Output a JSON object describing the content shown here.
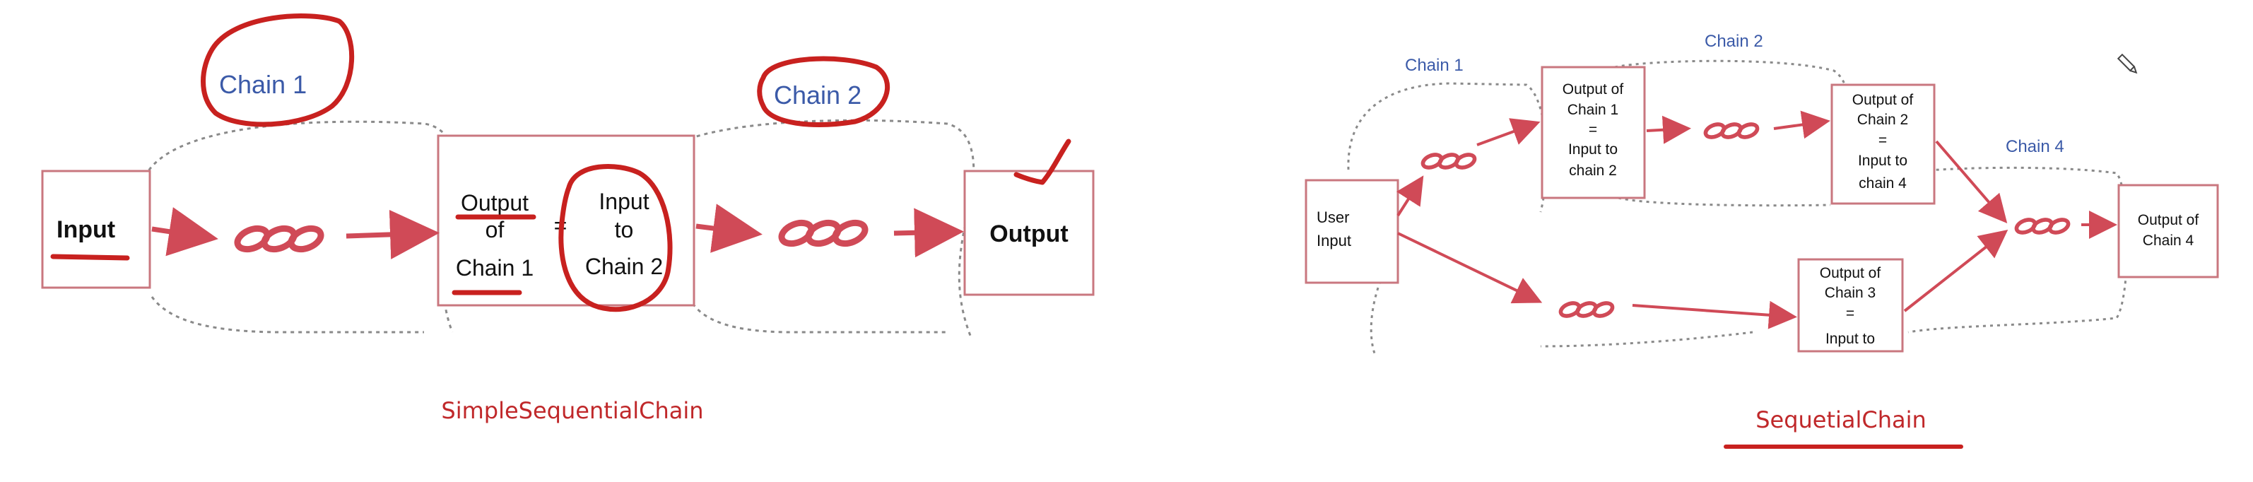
{
  "left": {
    "chain1_label": "Chain 1",
    "chain2_label": "Chain 2",
    "input_label": "Input",
    "mid_left": [
      "Output",
      "of",
      "Chain 1"
    ],
    "equals": "=",
    "mid_right": [
      "Input",
      "to",
      "Chain 2"
    ],
    "output_label": "Output",
    "caption": "SimpleSequentialChain"
  },
  "right": {
    "chain1_label": "Chain 1",
    "chain2_label": "Chain 2",
    "chain4_label": "Chain 4",
    "user_input": [
      "User",
      "Input"
    ],
    "box_a": [
      "Output of",
      "Chain 1",
      "=",
      "Input to",
      "chain 2"
    ],
    "box_b": [
      "Output of",
      "Chain 2",
      "=",
      "Input to",
      "chain 4"
    ],
    "box_c": [
      "Output of",
      "Chain 3",
      "=",
      "Input to"
    ],
    "box_d": [
      "Output of",
      "Chain 4"
    ],
    "caption": "SequetialChain"
  },
  "colors": {
    "arrow": "#d04a57",
    "annotation": "#c8211f",
    "box_border": "#c9777f",
    "dashed": "#8a8a8a",
    "label_blue": "#3b5aa8"
  },
  "icons": [
    "chain-link-icon",
    "pencil-icon"
  ]
}
